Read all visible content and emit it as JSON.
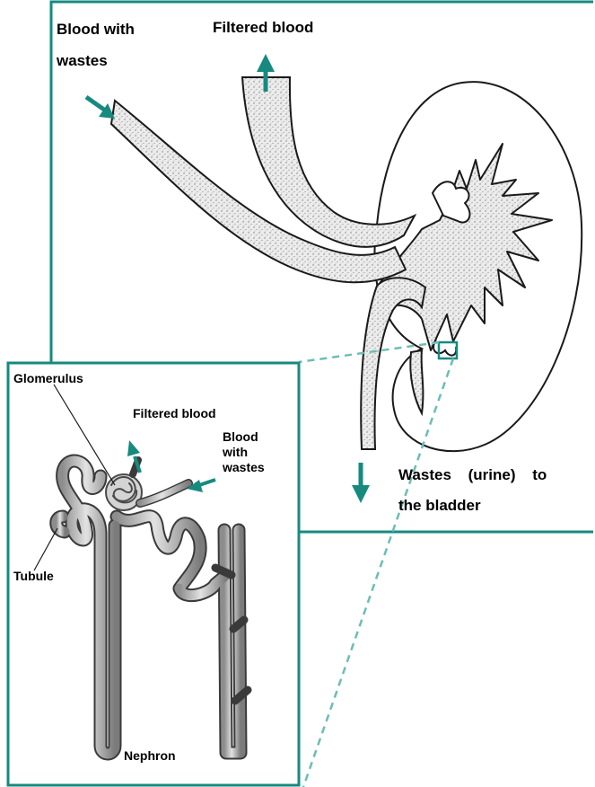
{
  "colors": {
    "frame": "#178a80",
    "arrow": "#178a80",
    "outline": "#1a1a1a",
    "stipple_fill": "#e8e8e8",
    "tubule_fill": "#c9c9c9",
    "background": "#ffffff"
  },
  "labels": {
    "blood_in_line1": "Blood with",
    "blood_in_line2": "wastes",
    "filtered_top": "Filtered blood",
    "urine_line1": "Wastes (urine) to",
    "urine_line2": "the bladder",
    "glomerulus": "Glomerulus",
    "filtered_inset": "Filtered blood",
    "blood_inset_line1": "Blood",
    "blood_inset_line2": "with",
    "blood_inset_line3": "wastes",
    "tubule": "Tubule",
    "nephron": "Nephron"
  },
  "icons": {
    "blood_in_arrow": "arrow-down-right-icon",
    "filtered_out_arrow": "arrow-up-icon",
    "urine_arrow": "arrow-down-icon",
    "inset_filtered_arrow": "arrow-up-left-icon",
    "inset_blood_arrow": "arrow-left-icon"
  }
}
